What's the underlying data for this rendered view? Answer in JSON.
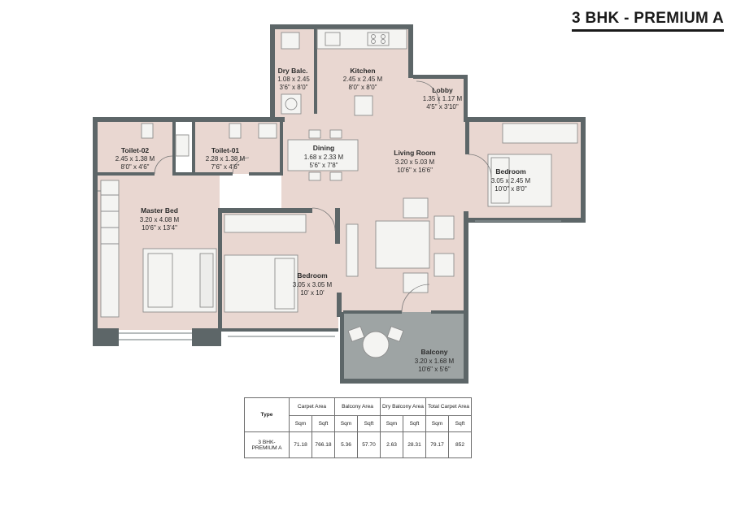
{
  "title": "3 BHK - PREMIUM A",
  "rooms": [
    {
      "id": "dry-balcony",
      "name": "Dry Balc.",
      "dim_m": "1.08 x 2.45",
      "dim_ft": "3'6\" x 8'0\""
    },
    {
      "id": "kitchen",
      "name": "Kitchen",
      "dim_m": "2.45 x 2.45 M",
      "dim_ft": "8'0\" x 8'0\""
    },
    {
      "id": "lobby",
      "name": "Lobby",
      "dim_m": "1.35 x 1.17 M",
      "dim_ft": "4'5\" x 3'10\""
    },
    {
      "id": "toilet-02",
      "name": "Toilet-02",
      "dim_m": "2.45 x 1.38 M",
      "dim_ft": "8'0\" x 4'6\""
    },
    {
      "id": "toilet-01",
      "name": "Toilet-01",
      "dim_m": "2.28 x 1.38 M",
      "dim_ft": "7'6\" x 4'6\""
    },
    {
      "id": "dining",
      "name": "Dining",
      "dim_m": "1.68 x 2.33 M",
      "dim_ft": "5'6\" x 7'8\""
    },
    {
      "id": "living-room",
      "name": "Living Room",
      "dim_m": "3.20 x 5.03 M",
      "dim_ft": "10'6\" x 16'6\""
    },
    {
      "id": "bedroom-right",
      "name": "Bedroom",
      "dim_m": "3.05 x 2.45 M",
      "dim_ft": "10'0\" x 8'0\""
    },
    {
      "id": "master-bed",
      "name": "Master Bed",
      "dim_m": "3.20 x 4.08 M",
      "dim_ft": "10'6\" x 13'4\""
    },
    {
      "id": "bedroom-middle",
      "name": "Bedroom",
      "dim_m": "3.05 x 3.05 M",
      "dim_ft": "10' x 10'"
    },
    {
      "id": "balcony",
      "name": "Balcony",
      "dim_m": "3.20 x 1.68 M",
      "dim_ft": "10'6\" x 5'6\""
    }
  ],
  "area_table": {
    "headers": {
      "type": "Type",
      "carpet": "Carpet Area",
      "balcony": "Balcony Area",
      "dry_balcony": "Dry Balcony Area",
      "total": "Total Carpet Area"
    },
    "units": [
      "Sqm",
      "Sqft",
      "Sqm",
      "Sqft",
      "Sqm",
      "Sqft",
      "Sqm",
      "Sqft"
    ],
    "row": {
      "type": "3 BHK- PREMIUM A",
      "values": [
        "71.18",
        "766.18",
        "5.36",
        "57.70",
        "2.63",
        "28.31",
        "79.17",
        "852"
      ]
    }
  },
  "colors": {
    "wall": "#5d6668",
    "floor": "#e9d7d1",
    "balcony_floor": "#9ea4a4",
    "furniture": "#f4f4f2"
  }
}
